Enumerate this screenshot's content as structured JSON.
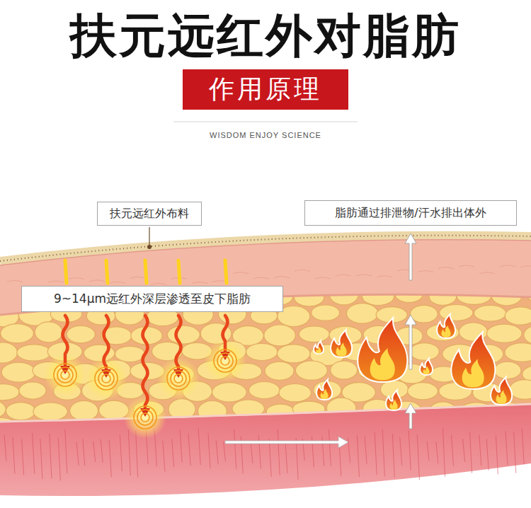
{
  "diagram": {
    "title": "扶元远红外对脂肪",
    "nodes": [
      {
        "text": [
          "作用原理"
        ]
      },
      {
        "text": [
          "扶元远红外布料"
        ]
      },
      {
        "text": [
          "脂肪通过排泄物/汗水排出体外"
        ]
      },
      {
        "text": [
          "9~14μm远红外深层渗透至皮下脂肪"
        ]
      }
    ],
    "labels": [
      "WISDOM ENJOY SCIENCE"
    ]
  }
}
